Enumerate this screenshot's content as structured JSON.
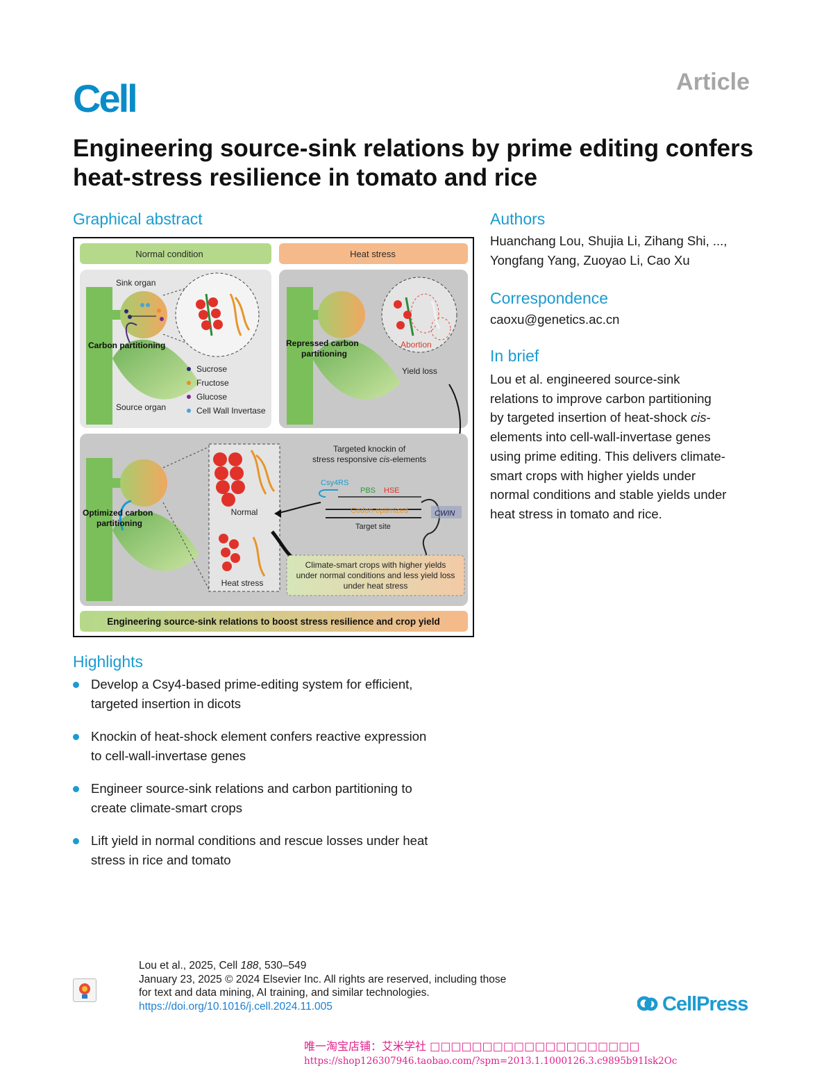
{
  "header": {
    "journal": "Cell",
    "article_type": "Article"
  },
  "title": "Engineering source-sink relations by prime editing confers heat-stress resilience in tomato and rice",
  "graphical_abstract": {
    "heading": "Graphical abstract",
    "normal_label": "Normal condition",
    "heat_label": "Heat stress",
    "sink_organ": "Sink organ",
    "source_organ": "Source organ",
    "carbon_partitioning": "Carbon partitioning",
    "repressed_line1": "Repressed carbon",
    "repressed_line2": "partitioning",
    "abortion": "Abortion",
    "yield_loss": "Yield loss",
    "legend": [
      "Sucrose",
      "Fructose",
      "Glucose",
      "Cell Wall Invertase"
    ],
    "knockin_line1": "Targeted knockin of",
    "knockin_line2_a": "stress responsive ",
    "knockin_line2_cis": "cis",
    "knockin_line2_b": "-elements",
    "csy4rs": "Csy4RS",
    "pbs": "PBS",
    "hse": "HSE",
    "codon": "Codon-optimized",
    "cwin": "CWIN",
    "target_site": "Target site",
    "optimized_line1": "Optimized carbon",
    "optimized_line2": "partitioning",
    "normal_fruit": "Normal",
    "heat_fruit": "Heat stress",
    "climate_line1": "Climate-smart crops with higher yields",
    "climate_line2": "under normal conditions and less yield loss",
    "climate_line3": "under heat stress",
    "banner": "Engineering source-sink relations to boost stress resilience and crop yield"
  },
  "authors": {
    "heading": "Authors",
    "line1": "Huanchang Lou, Shujia Li, Zihang Shi, ...,",
    "line2": "Yongfang Yang, Zuoyao Li, Cao Xu"
  },
  "correspondence": {
    "heading": "Correspondence",
    "email": "caoxu@genetics.ac.cn"
  },
  "in_brief": {
    "heading": "In brief",
    "line1": "Lou et al. engineered source-sink",
    "line2": "relations to improve carbon partitioning",
    "line3_a": "by targeted insertion of heat-shock ",
    "line3_cis": "cis",
    "line3_b": "-",
    "line4": "elements into cell-wall-invertase genes",
    "line5": "using prime editing. This delivers climate-",
    "line6": "smart crops with higher yields under",
    "line7": "normal conditions and stable yields under",
    "line8": "heat stress in tomato and rice."
  },
  "highlights": {
    "heading": "Highlights",
    "items": [
      {
        "line1": "Develop a Csy4-based prime-editing system for efficient,",
        "line2": "targeted insertion in dicots"
      },
      {
        "line1": "Knockin of heat-shock element confers reactive expression",
        "line2": "to cell-wall-invertase genes"
      },
      {
        "line1": "Engineer source-sink relations and carbon partitioning to",
        "line2": "create climate-smart crops"
      },
      {
        "line1": "Lift yield in normal conditions and rescue losses under heat",
        "line2": "stress in rice and tomato"
      }
    ]
  },
  "footer": {
    "cite_a": "Lou et al., 2025, Cell ",
    "cite_vol": "188",
    "cite_b": ", 530–549",
    "line2": "January 23, 2025 © 2024 Elsevier Inc. All rights are reserved, including those",
    "line3": "for text and data mining, AI training, and similar technologies.",
    "doi": "https://doi.org/10.1016/j.cell.2024.11.005",
    "publisher": "CellPress"
  },
  "watermark": {
    "line1": "唯一淘宝店铺：艾米学社 □□□□□□□□□□□□□□□□□□□□",
    "line2": "https://shop126307946.taobao.com/?spm=2013.1.1000126.3.c9895b91Isk2Oc"
  },
  "colors": {
    "accent": "#1b9bd1",
    "normal_green": "#b5d98a",
    "heat_orange": "#f6b98a",
    "panel_gray": "#d9d9d9"
  }
}
